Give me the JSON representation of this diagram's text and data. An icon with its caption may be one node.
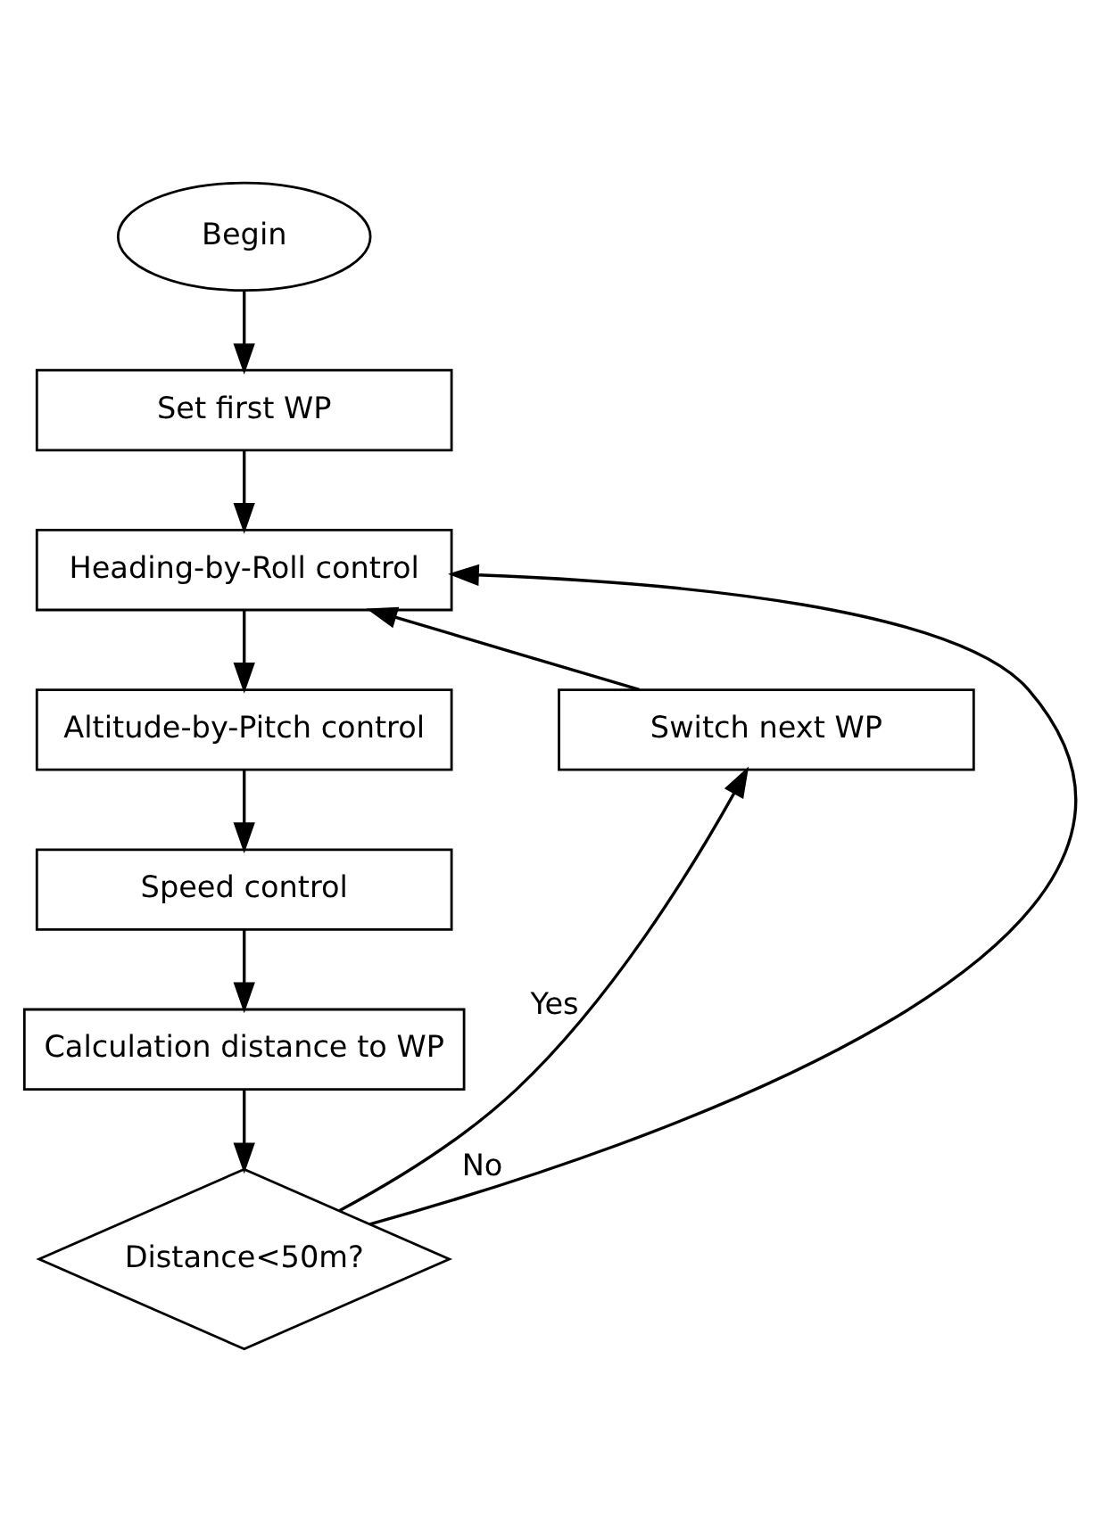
{
  "diagram": {
    "nodes": [
      {
        "text": [
          "Begin"
        ]
      },
      {
        "text": [
          "Set first WP"
        ]
      },
      {
        "text": [
          "Heading-by-Roll control"
        ]
      },
      {
        "text": [
          "Switch next WP"
        ]
      },
      {
        "text": [
          "Altitude-by-Pitch control"
        ]
      },
      {
        "text": [
          "Speed control"
        ]
      },
      {
        "text": [
          "Calculation distance to WP"
        ]
      },
      {
        "text": [
          "Distance<50m?"
        ]
      }
    ],
    "edges": [
      {
        "from": 0,
        "to": 1,
        "arrow": "to"
      },
      {
        "from": 1,
        "to": 2,
        "arrow": "to"
      },
      {
        "from": 3,
        "to": 2,
        "arrow": "to"
      },
      {
        "from": 2,
        "to": 4,
        "arrow": "to"
      },
      {
        "from": 4,
        "to": 5,
        "arrow": "to"
      },
      {
        "from": 5,
        "to": 6,
        "arrow": "to"
      },
      {
        "from": 6,
        "to": 7,
        "arrow": "to"
      },
      {
        "from": 7,
        "to": 3,
        "arrow": "to",
        "label": "Yes"
      },
      {
        "from": 7,
        "to": 2,
        "arrow": "to",
        "label": "No"
      }
    ]
  }
}
